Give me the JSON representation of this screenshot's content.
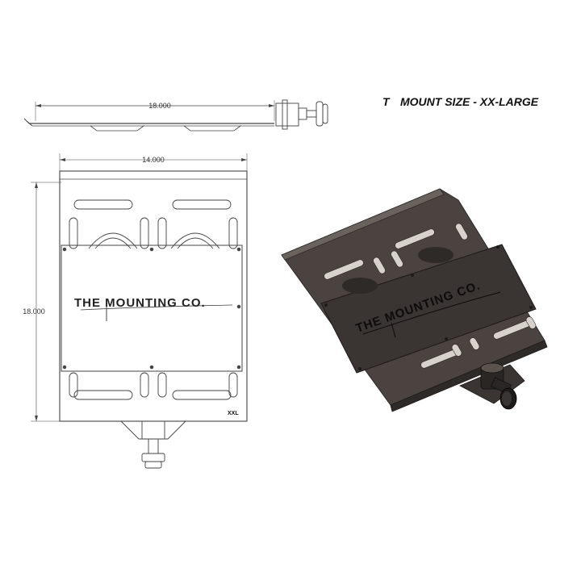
{
  "header": {
    "title": "MOUNT SIZE - XX-LARGE",
    "title_prefix": "T"
  },
  "side_view": {
    "length_label": "18.000"
  },
  "top_view": {
    "width_label": "14.000",
    "height_label": "18.000",
    "logo": "THE MOUNTING CO.",
    "size_tag": "XXL"
  },
  "iso_view": {
    "logo": "THE MOUNTING CO."
  },
  "colors": {
    "line": "#444444",
    "plate": "#4a4340",
    "plate_dark": "#2e2a28",
    "plate_light": "#6a625d"
  }
}
